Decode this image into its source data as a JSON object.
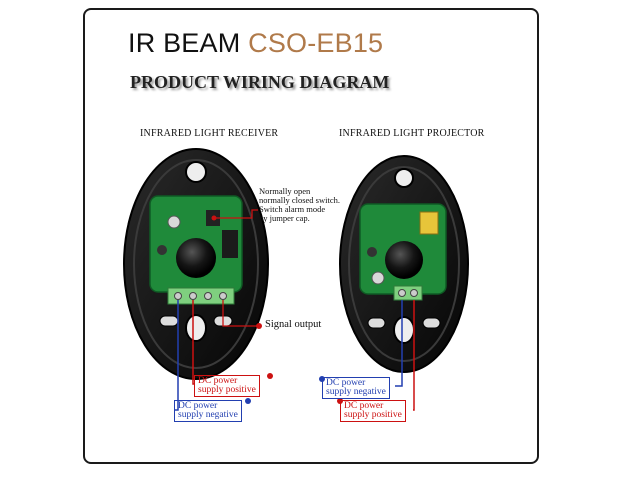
{
  "title": {
    "brand": "IR BEAM",
    "model": "CSO-EB15"
  },
  "subtitle": "PRODUCT WIRING DIAGRAM",
  "receiver": {
    "heading": "INFRARED LIGHT RECEIVER",
    "jumper_note": [
      "Normally open",
      "normally closed switch.",
      "Switch alarm mode",
      "by jumper cap."
    ],
    "signal_output": "Signal output",
    "dc_positive": [
      "DC power",
      "supply positive"
    ],
    "dc_negative": [
      "DC power",
      "supply negative"
    ]
  },
  "projector": {
    "heading": "INFRARED LIGHT PROJECTOR",
    "dc_negative": [
      "DC power",
      "supply negative"
    ],
    "dc_positive": [
      "DC power",
      "supply positive"
    ]
  },
  "colors": {
    "positive": "#cc1111",
    "negative": "#223fb0",
    "model": "#b07a4a",
    "pcb": "#1f8a3a",
    "housing": "#111111"
  }
}
